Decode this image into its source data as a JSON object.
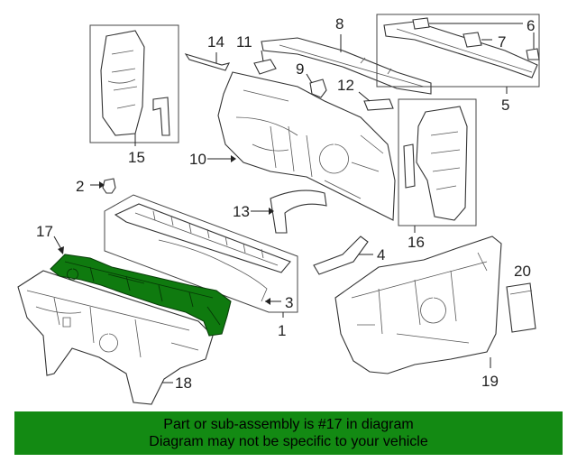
{
  "callouts": {
    "c1": "1",
    "c2": "2",
    "c3": "3",
    "c4": "4",
    "c5": "5",
    "c6": "6",
    "c7": "7",
    "c8": "8",
    "c9": "9",
    "c10": "10",
    "c11": "11",
    "c12": "12",
    "c13": "13",
    "c14": "14",
    "c15": "15",
    "c16": "16",
    "c17": "17",
    "c18": "18",
    "c19": "19",
    "c20": "20"
  },
  "highlight": {
    "part_number": "17",
    "color": "#0f7a0f"
  },
  "banner": {
    "line1": "Part or sub-assembly is #17 in diagram",
    "line2": "Diagram may not be specific to your vehicle",
    "color": "#138a13"
  }
}
